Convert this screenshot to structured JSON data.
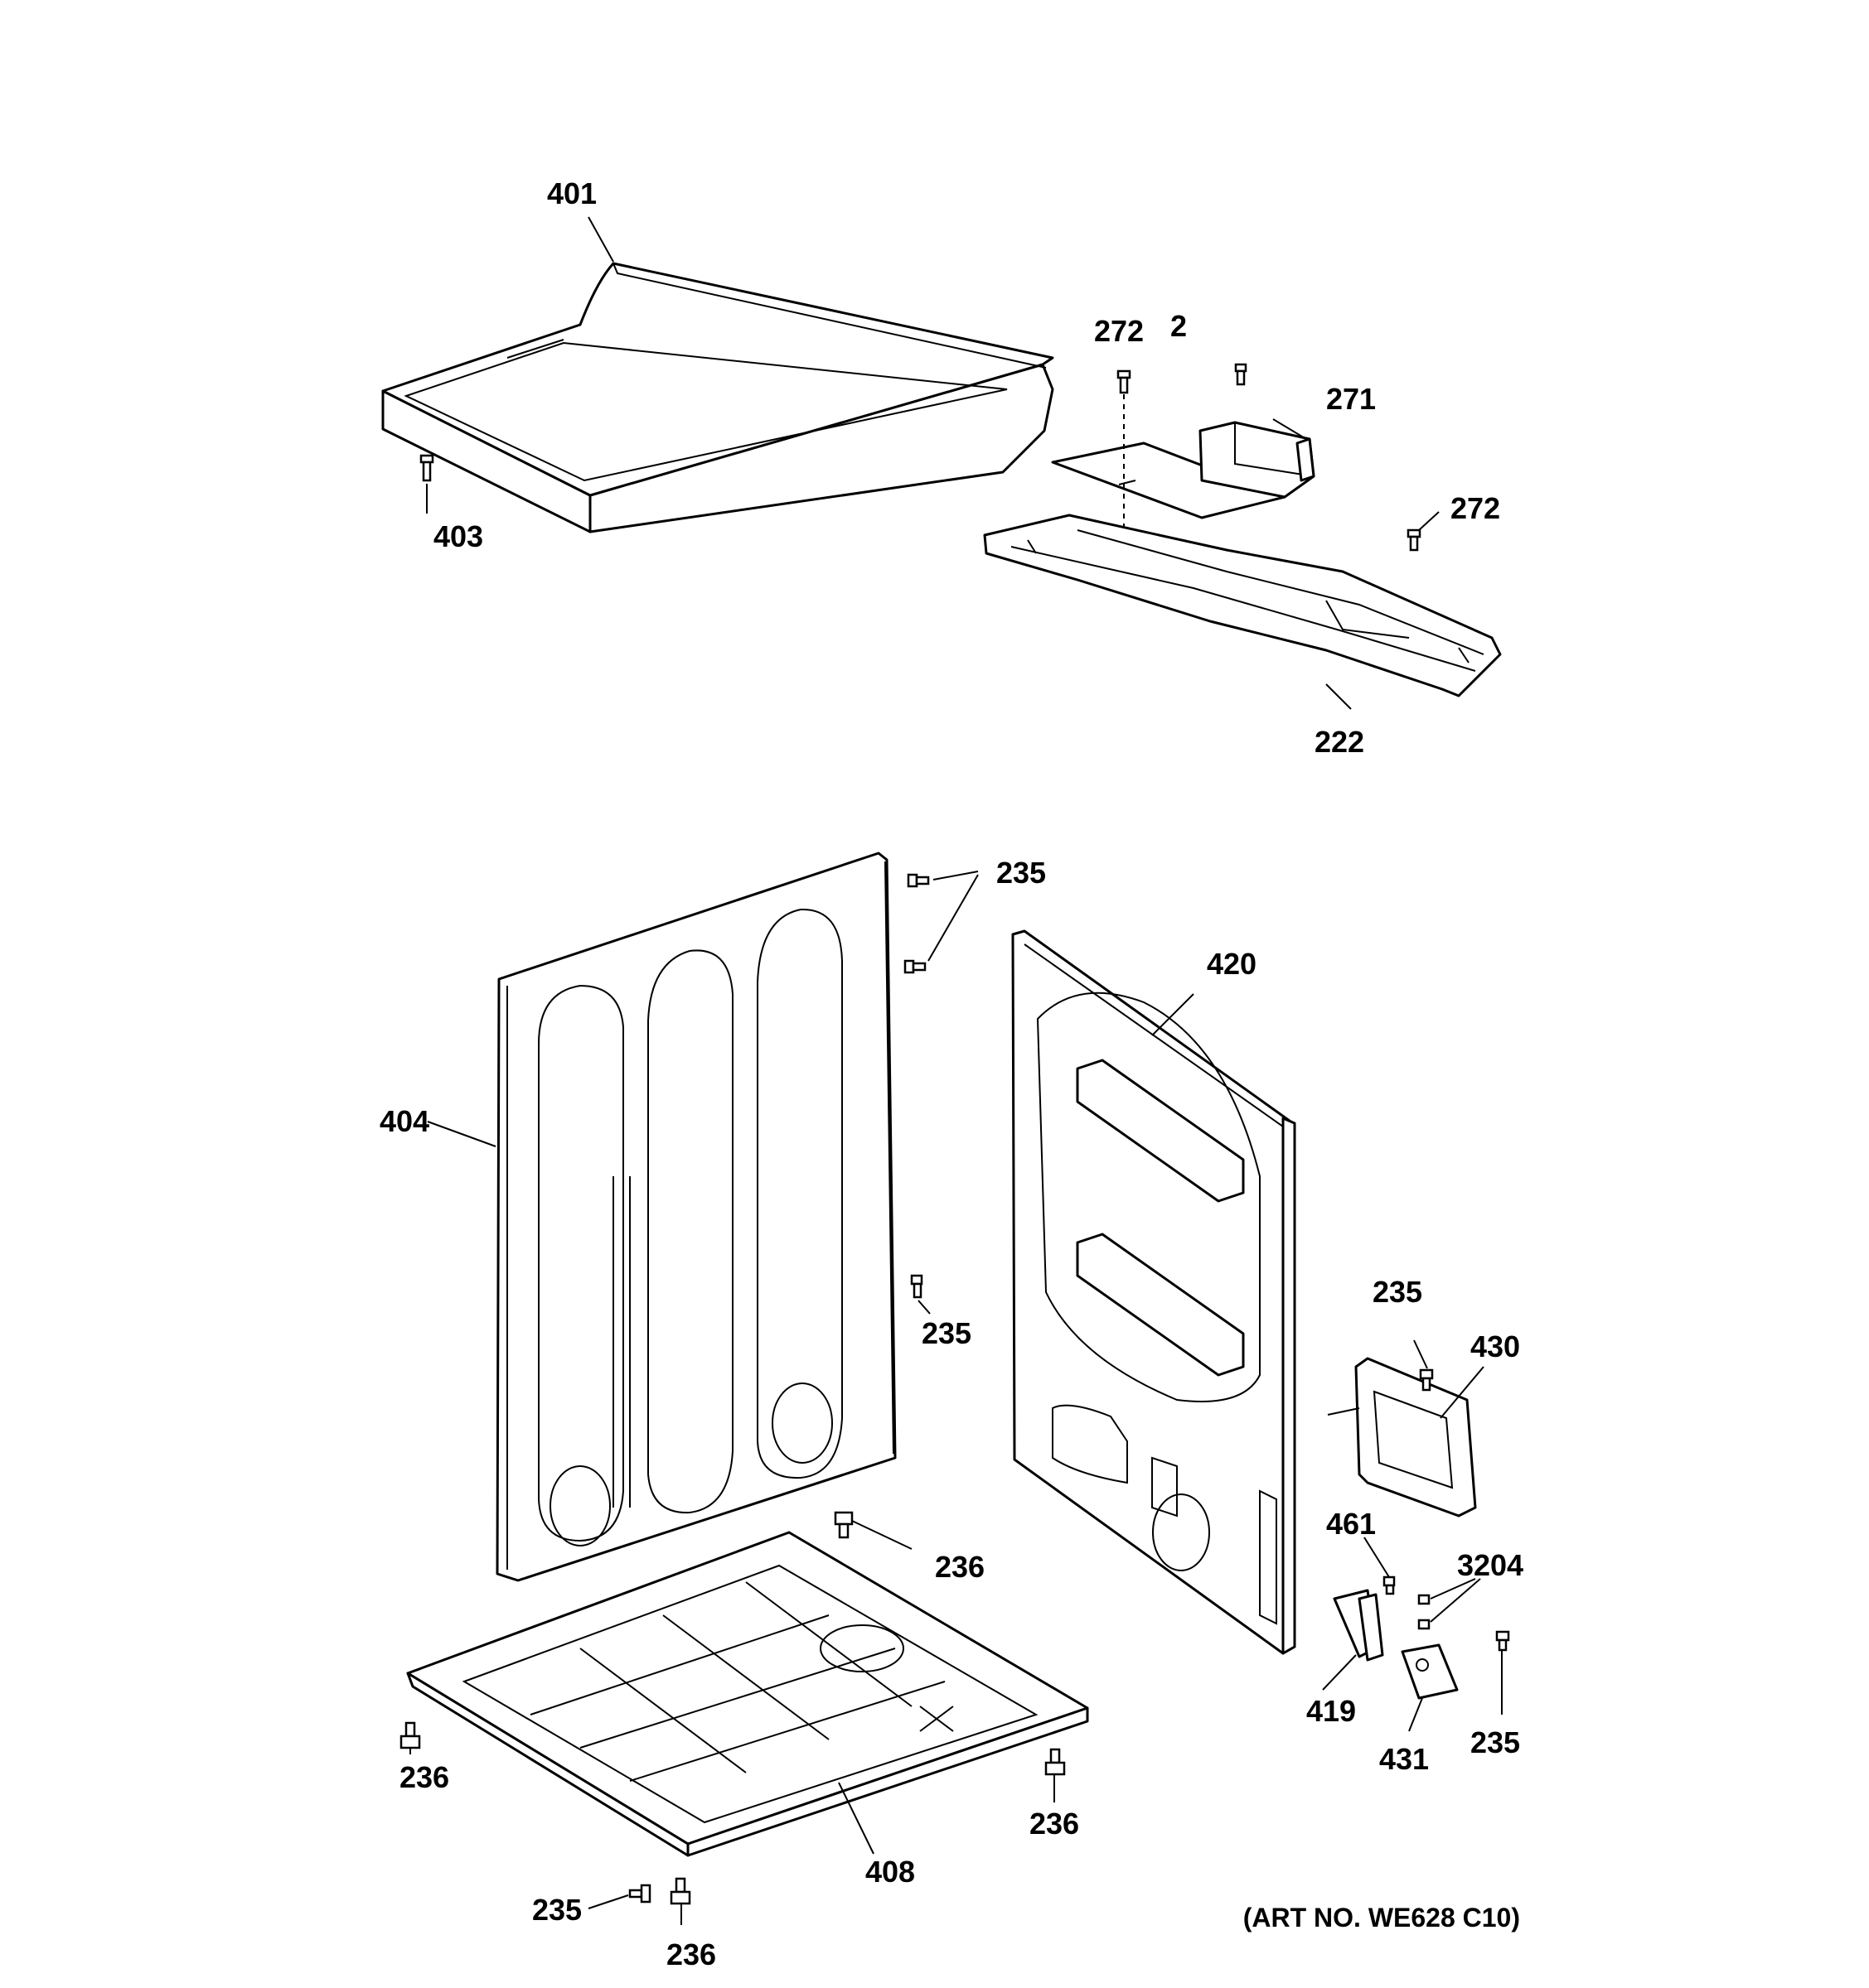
{
  "labels": {
    "p401": "401",
    "p403": "403",
    "p272a": "272",
    "p2": "2",
    "p271": "271",
    "p272b": "272",
    "p222": "222",
    "p235a": "235",
    "p420": "420",
    "p404": "404",
    "p235b": "235",
    "p235c": "235",
    "p430": "430",
    "p236a": "236",
    "p461": "461",
    "p3204": "3204",
    "p419": "419",
    "p431": "431",
    "p235d": "235",
    "p236b": "236",
    "p236c": "236",
    "p408": "408",
    "p235e": "235",
    "p236d": "236"
  },
  "art_number": "(ART NO. WE628 C10)"
}
